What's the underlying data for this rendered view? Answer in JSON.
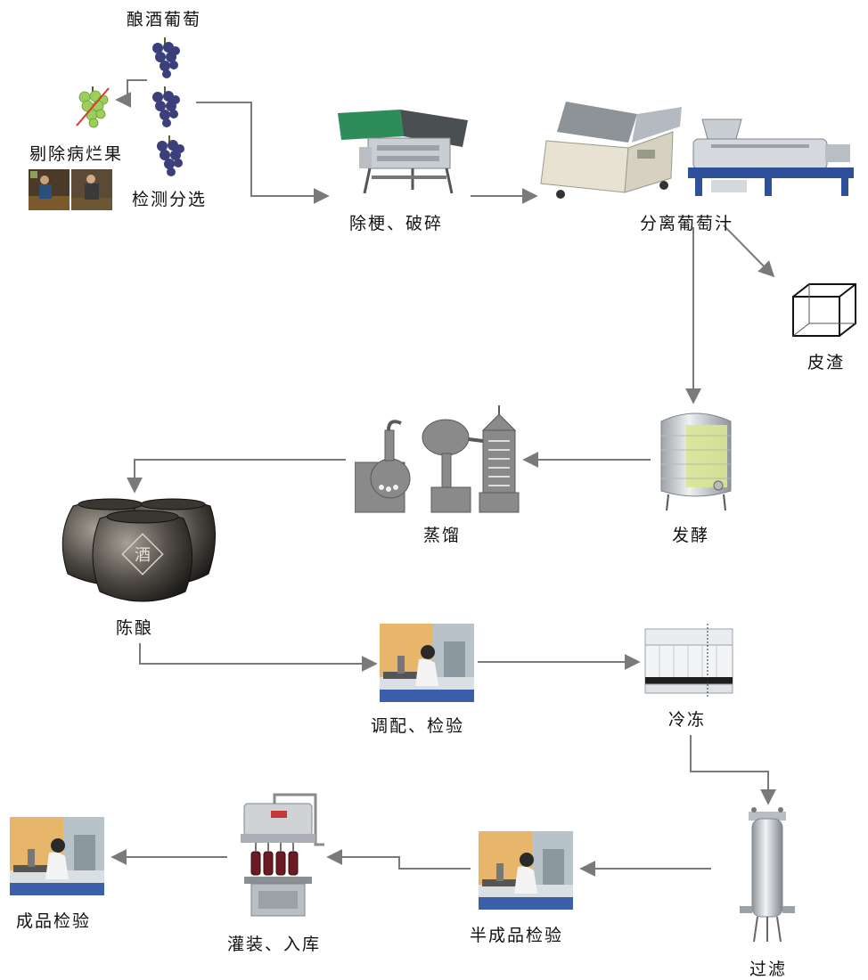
{
  "labels": {
    "wine_grapes": "酿酒葡萄",
    "remove_rotten": "剔除病烂果",
    "inspect_sort": "检测分选",
    "destem_crush": "除梗、破碎",
    "separate_juice": "分离葡萄汁",
    "pomace": "皮渣",
    "ferment": "发酵",
    "distill": "蒸馏",
    "aging": "陈酿",
    "blend_inspect": "调配、检验",
    "freeze": "冷冻",
    "filter": "过滤",
    "semi_inspect": "半成品检验",
    "bottle_store": "灌装、入库",
    "final_inspect": "成品检验"
  },
  "jar_glyph": "酒",
  "colors": {
    "arrow": "#7a7a7a",
    "grape": "#3b3f7a",
    "green_grape": "#9ccf5a",
    "steel": "#c9ced3",
    "hopper_green": "#2e8b5a",
    "machine_blue": "#2f4f9a"
  }
}
